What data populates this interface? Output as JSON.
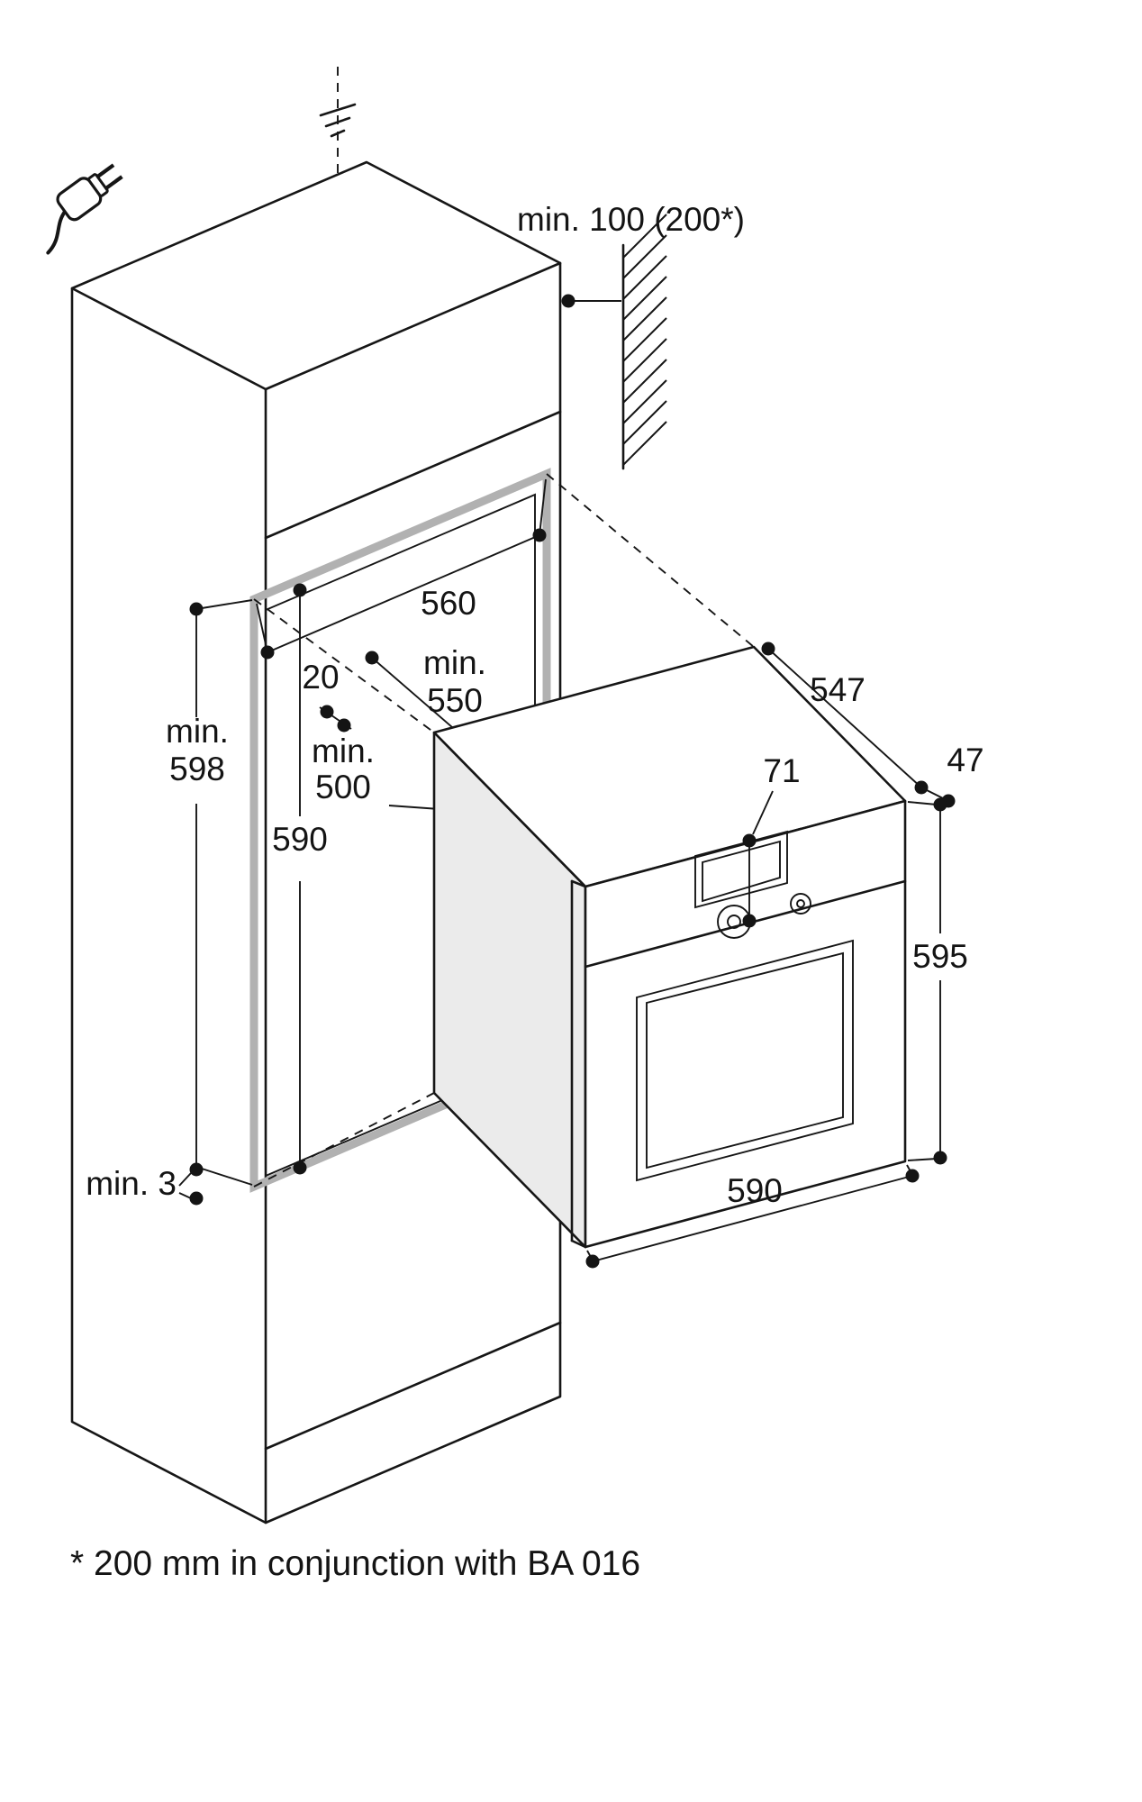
{
  "colors": {
    "line": "#161616",
    "niche_frame_gray": "#b1b1b1",
    "oven_side_fill": "#ebebeb",
    "background": "#ffffff"
  },
  "labels": {
    "clearance_top": "min. 100 (200*)",
    "niche_width": "560",
    "rear_gap": "20",
    "niche_depth": {
      "line1": "min.",
      "line2": "550"
    },
    "cutout_height": {
      "line1": "min.",
      "line2": "598"
    },
    "reduced_depth": {
      "line1": "min.",
      "line2": "500"
    },
    "niche_height": "590",
    "bottom_clearance": "min. 3",
    "appliance_depth": "547",
    "door_depth": "47",
    "panel_height": "71",
    "appliance_height": "595",
    "appliance_width": "590",
    "footnote": "* 200 mm in conjunction with BA 016"
  }
}
